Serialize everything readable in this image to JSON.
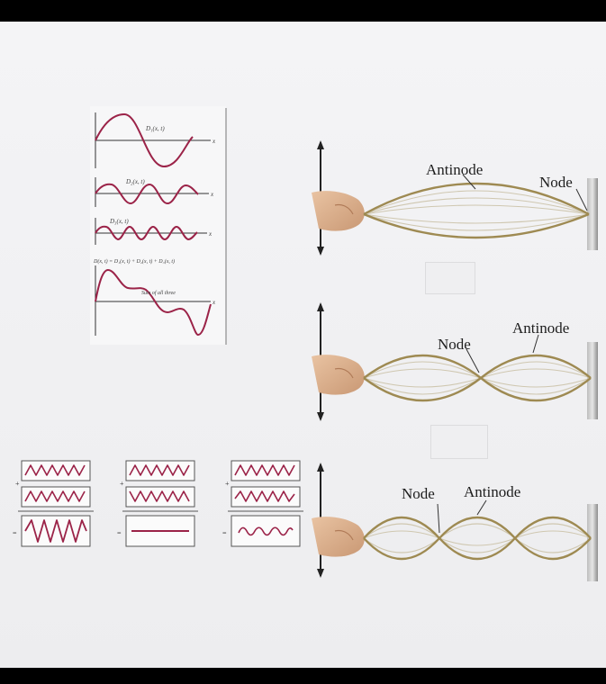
{
  "superposition": {
    "d1_label": "D₁(x, t)",
    "d2_label": "D₂(x, t)",
    "d3_label": "D₃(x, t)",
    "sum_equation": "D(x, t) = D₁(x, t) + D₂(x, t) + D₃(x, t)",
    "sum_label": "Sum of all three",
    "axis_x": "x"
  },
  "interference": {
    "plus": "+",
    "equals": "="
  },
  "standing_waves": {
    "panel1": {
      "antinode": "Antinode",
      "node": "Node"
    },
    "panel2": {
      "node": "Node",
      "antinode": "Antinode"
    },
    "panel3": {
      "node": "Node",
      "antinode": "Antinode"
    }
  },
  "colors": {
    "wave": "#9b2348",
    "string": "#9e8a52",
    "string_light": "#cfc7b0",
    "wall": "#8a8a8a",
    "axis": "#333333"
  }
}
